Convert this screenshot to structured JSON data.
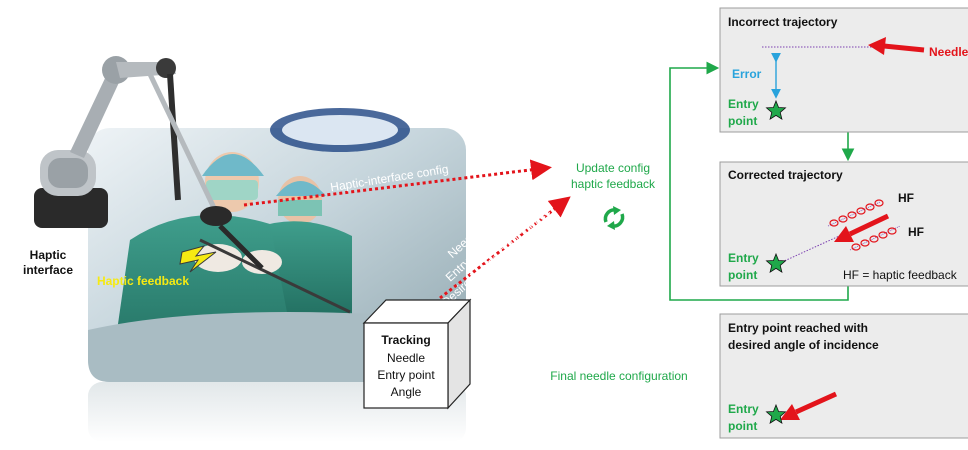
{
  "left": {
    "haptic_interface_label_line1": "Haptic",
    "haptic_interface_label_line2": "interface",
    "haptic_feedback_label": "Haptic feedback",
    "haptic_config_label": "Haptic-interface config",
    "measure_line1": "Needle pose",
    "measure_line2": "Entry point position",
    "measure_line3": "Desired angle of incidence"
  },
  "tracking": {
    "title": "Tracking",
    "line1": "Needle",
    "line2": "Entry point",
    "line3": "Angle"
  },
  "middle": {
    "update_line1": "Update config",
    "update_line2": "haptic feedback",
    "final_label": "Final needle configuration"
  },
  "panel1": {
    "title": "Incorrect trajectory",
    "needle_label": "Needle",
    "error_label": "Error",
    "entry_line1": "Entry",
    "entry_line2": "point"
  },
  "panel2": {
    "title": "Corrected trajectory",
    "hf1": "HF",
    "hf2": "HF",
    "entry_line1": "Entry",
    "entry_line2": "point",
    "legend": "HF = haptic feedback"
  },
  "panel3": {
    "title_line1": "Entry point reached with",
    "title_line2": "desired angle of incidence",
    "entry_line1": "Entry",
    "entry_line2": "point"
  },
  "colors": {
    "green": "#1fa84a",
    "red": "#e3141b",
    "blue": "#29a3dc",
    "purple": "#7b3fb0",
    "panel_bg": "#ececec",
    "panel_border": "#9c9c9c"
  }
}
